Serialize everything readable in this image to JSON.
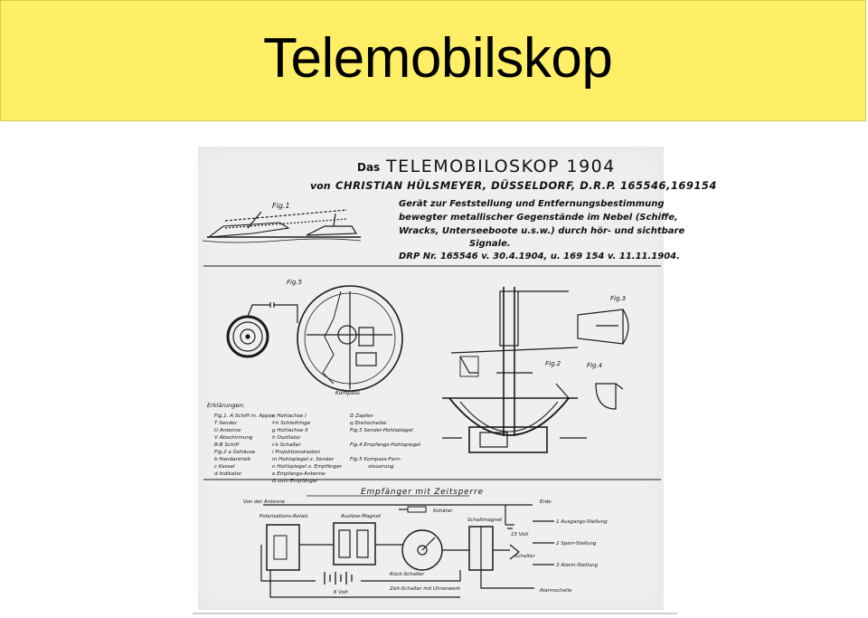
{
  "slide": {
    "title": "Telemobilskop"
  },
  "document": {
    "header": {
      "das": "Das",
      "main_title": "TELEMOBILOSKOP 1904",
      "von": "von",
      "author_line": "CHRISTIAN HÜLSMEYER, DÜSSELDORF, D.R.P. 165546,169154",
      "desc1": "Gerät zur Feststellung und Entfernungsbestimmung",
      "desc2": "bewegter metallischer Gegenstände im Nebel (Schiffe,",
      "desc3": "Wracks, Unterseeboote u.s.w.) durch hör- und sichtbare",
      "desc4": "Signale.",
      "patent": "DRP Nr. 165546 v. 30.4.1904, u. 169 154 v. 11.11.1904."
    },
    "figures": {
      "fig1": "Fig.1",
      "fig2": "Fig.2",
      "fig3": "Fig.3",
      "fig4": "Fig.4",
      "fig5": "Fig.5",
      "kompass": "Kompass"
    },
    "legend": {
      "heading": "Erklärungen:",
      "col1": [
        "Fig.1. A Schiff m. Appar.",
        "T Sender",
        "U Antenne",
        "V Abschirmung",
        "B-B Schiff",
        "Fig.2 a Gehäuse",
        "b Handantrieb",
        "c Kessel",
        "d Indikator"
      ],
      "col2": [
        "e Hohlachse I",
        "f-h Schleifringe",
        "g Hohlachse II",
        "h Oszillator",
        "i-k Schalter",
        "l Projektionskasten",
        "m Hohlspiegel z. Sender",
        "n Hohlspiegel z. Empfänger",
        "o Empfangs-Antenne",
        "G zum Empfänger"
      ],
      "col3": [
        "D Zapfen",
        "q Drehscheibe",
        "Fig.3 Sender-Hohlspiegel",
        "",
        "Fig.4 Empfangs-Hohlspiegel",
        "",
        "Fig.5 Kompass-Fern-",
        "steuerung"
      ]
    },
    "circuit": {
      "title": "Empfänger mit Zeitsperre",
      "labels": {
        "antenna": "Von der Antenne",
        "earth": "Erde",
        "relay": "Polarisations-Relais",
        "magnet": "Auslöse-Magnet",
        "coherer": "Kohärer",
        "switch_magnet": "Schaltmagnet",
        "volt15": "15 Volt",
        "volt6": "6 Volt",
        "switch": "Schalter",
        "reset": "Rück-Schalter",
        "time_switch": "Zeit-Schalter mit Uhrenwerk",
        "pos1": "1 Ausgangs-Stellung",
        "pos2": "2 Sperr-Stellung",
        "pos3": "3 Alarm-Stellung",
        "bell": "Alarmschelle"
      }
    }
  }
}
